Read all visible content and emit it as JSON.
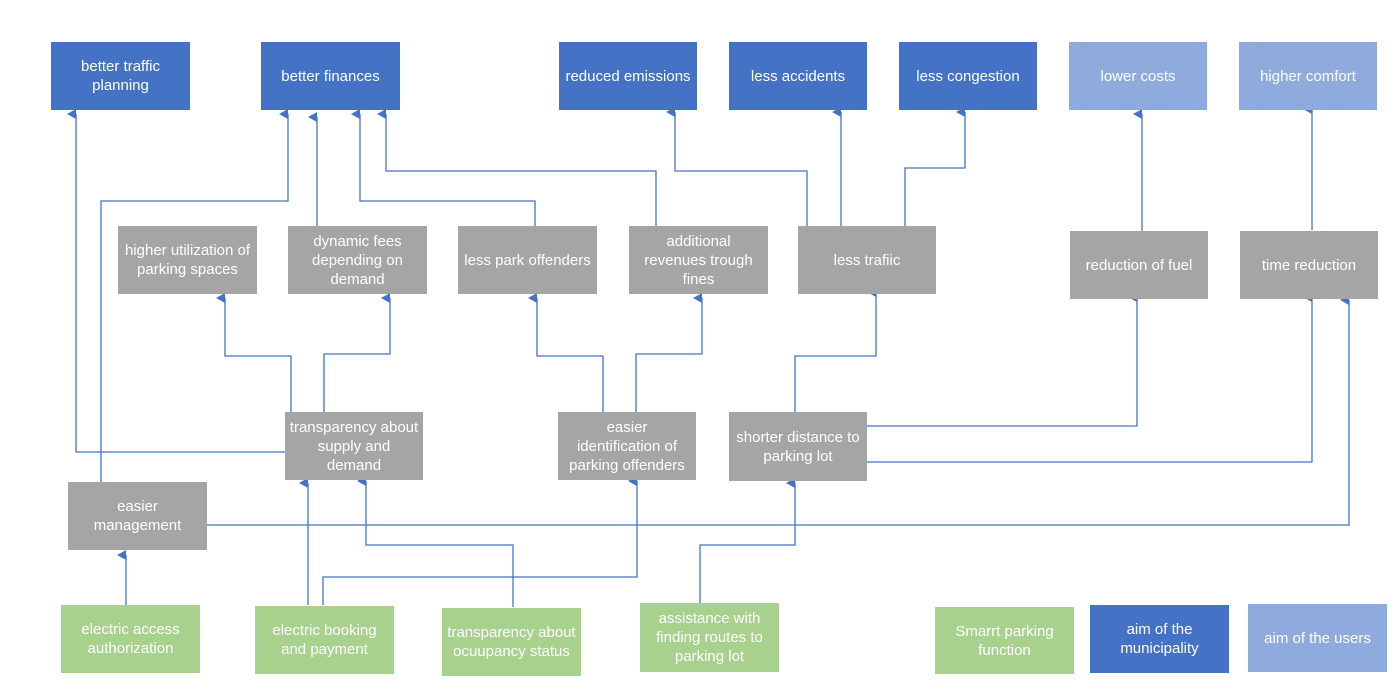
{
  "nodes": {
    "better_traffic_planning": "better traffic\nplanning",
    "better_finances": "better finances",
    "reduced_emissions": "reduced emissions",
    "less_accidents": "less accidents",
    "less_congestion": "less congestion",
    "lower_costs": "lower costs",
    "higher_comfort": "higher comfort",
    "higher_utilization": "higher utilization of\nparking spaces",
    "dynamic_fees": "dynamic fees\ndepending on\ndemand",
    "less_park_offenders": "less park offenders",
    "additional_revenues": "additional\nrevenues trough\nfines",
    "less_trafiic": "less trafiic",
    "reduction_of_fuel": "reduction of fuel",
    "time_reduction": "time reduction",
    "transparency_supply": "transparency about\nsupply and\ndemand",
    "easier_identification": "easier\nidentification of\nparking offenders",
    "shorter_distance": "shorter distance to\nparking lot",
    "easier_management": "easier\nmanagement",
    "electric_access": "electric access\nauthorization",
    "electric_booking": "electric booking\nand payment",
    "transparency_occupancy": "transparency about\nocuupancy status",
    "assistance_routes": "assistance with\nfinding routes to\nparking lot"
  },
  "legend": {
    "function": "Smarrt parking\nfunction",
    "municipality": "aim of the\nmunicipality",
    "users": "aim of the users"
  },
  "colors": {
    "municipality": "#4472c4",
    "users": "#8faadc",
    "intermediate": "#a5a5a5",
    "function": "#a9d18e",
    "connector": "#4472c4"
  }
}
